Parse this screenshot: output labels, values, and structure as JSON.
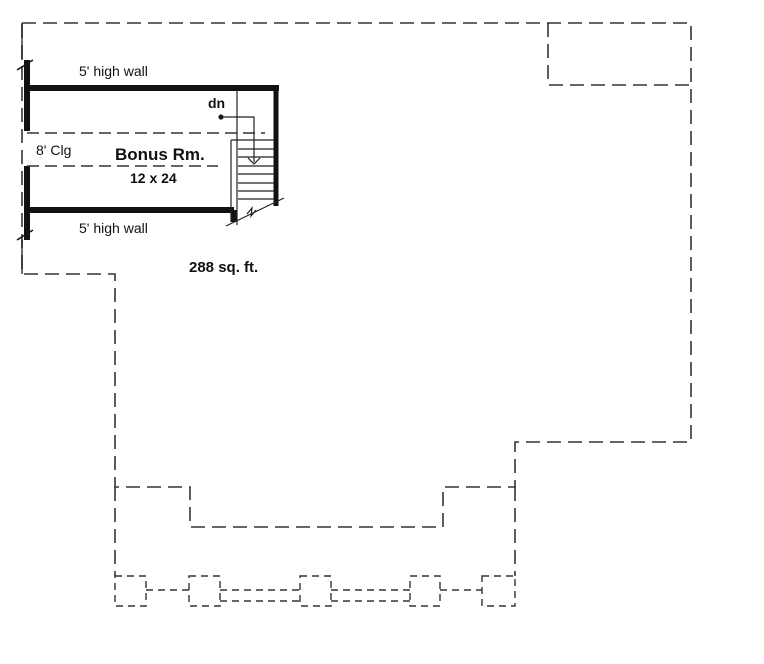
{
  "plan": {
    "type": "floor-plan",
    "room": {
      "name": "Bonus Rm.",
      "dimensions": "12 x 24",
      "ceiling": "8' Clg"
    },
    "walls": {
      "top_label": "5' high wall",
      "bottom_label": "5' high wall"
    },
    "stair": {
      "direction_label": "dn"
    },
    "area_label": "288 sq. ft.",
    "colors": {
      "line": "#111111",
      "dashed": "#333333",
      "background": "#ffffff"
    }
  }
}
